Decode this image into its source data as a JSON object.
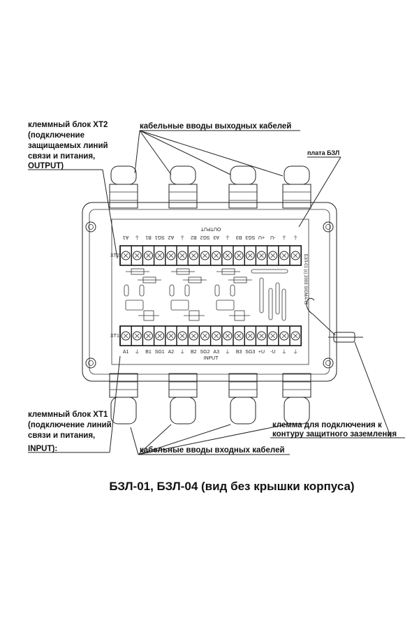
{
  "labels": {
    "xt2": [
      "клеммный блок XT2",
      "(подключение",
      "защищаемых линий",
      "связи и питания,",
      "OUTPUT)"
    ],
    "output_glands": "кабельные вводы выходных кабелей",
    "board": "плата БЗЛ",
    "xt1": [
      "клеммный блок XT1",
      "(подключение линий",
      "связи и питания,",
      "INPUT):"
    ],
    "input_glands": "кабельные вводы входных кабелей",
    "ground": [
      "клемма для подключения к",
      "контуру защитного заземления"
    ]
  },
  "board": {
    "xt2_tag": "XT2",
    "xt1_tag": "XT1",
    "output_title": "OUTPUT",
    "input_title": "INPUT",
    "marking": "БЗЛ-01 (c) 2003 SIGMA-IS",
    "output_terminals": [
      "A1",
      "⏚",
      "B1",
      "SG1",
      "A2",
      "⏚",
      "B2",
      "SG2",
      "A3",
      "⏚",
      "B3",
      "SG3",
      "+U",
      "-U",
      "⏚",
      "⏚"
    ],
    "input_terminals": [
      "A1",
      "⏚",
      "B1",
      "SG1",
      "A2",
      "⏚",
      "B2",
      "SG2",
      "A3",
      "⏚",
      "B3",
      "SG3",
      "+U",
      "-U",
      "⏚",
      "⏚"
    ]
  },
  "caption": "БЗЛ-01, БЗЛ-04 (вид без крышки корпуса)"
}
